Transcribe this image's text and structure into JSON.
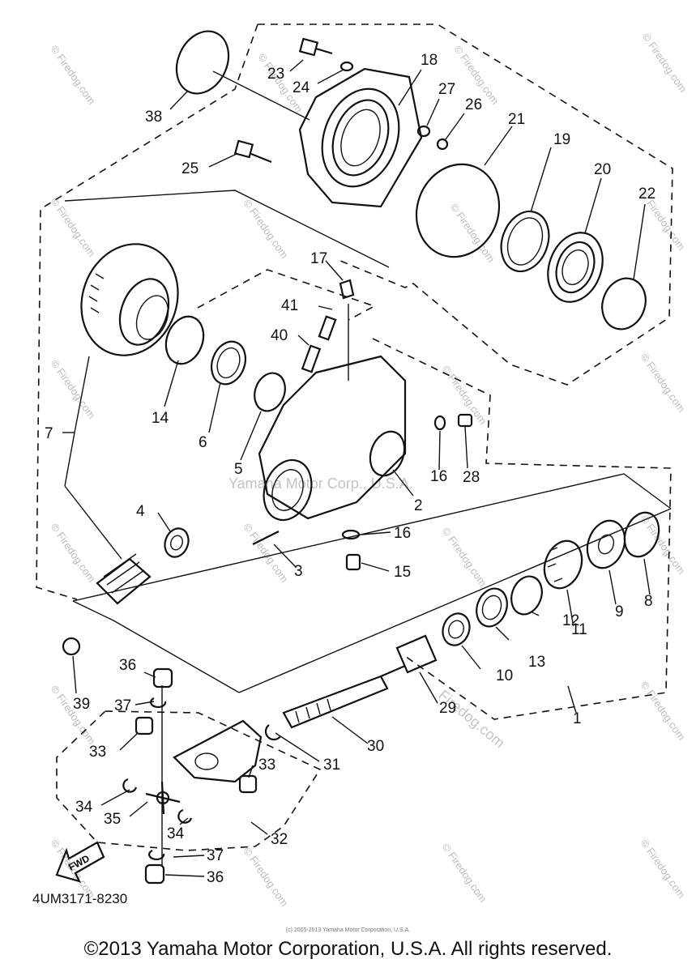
{
  "diagram": {
    "ref_code": "4UM3171-8230",
    "direction_label": "FWD",
    "watermark_center": "Yamaha Motor Corp., U.S.A.",
    "watermark_site": "Firedog.com",
    "watermark_site_angled": "© Firedog.com",
    "small_copyright": "(c) 2005-2013 Yamaha Motor Corporation, U.S.A.",
    "copyright": "©2013 Yamaha Motor Corporation, U.S.A. All rights reserved.",
    "callouts": {
      "n1": "1",
      "n2": "2",
      "n3": "3",
      "n4": "4",
      "n5": "5",
      "n6": "6",
      "n7": "7",
      "n8": "8",
      "n9": "9",
      "n10": "10",
      "n11": "11",
      "n12": "12",
      "n13": "13",
      "n14": "14",
      "n15": "15",
      "n16a": "16",
      "n16b": "16",
      "n17": "17",
      "n18": "18",
      "n19": "19",
      "n20": "20",
      "n21": "21",
      "n22": "22",
      "n23": "23",
      "n24": "24",
      "n25": "25",
      "n26": "26",
      "n27": "27",
      "n28": "28",
      "n29": "29",
      "n30": "30",
      "n31": "31",
      "n32": "32",
      "n33a": "33",
      "n33b": "33",
      "n34a": "34",
      "n34b": "34",
      "n35": "35",
      "n36a": "36",
      "n36b": "36",
      "n37a": "37",
      "n37b": "37",
      "n38": "38",
      "n39": "39",
      "n40": "40",
      "n41": "41"
    }
  }
}
